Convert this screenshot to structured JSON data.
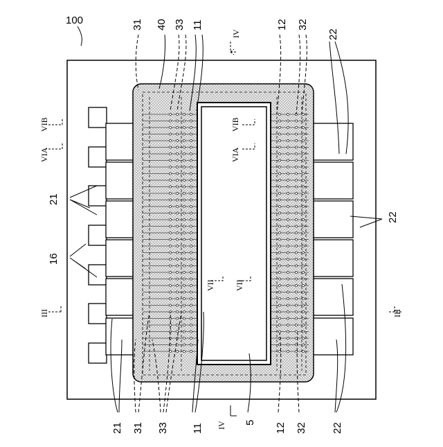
{
  "figure": {
    "reference_label": "100",
    "labels": {
      "r31_top": "31",
      "r40_top": "40",
      "r33_top": "33",
      "r11_top": "11",
      "r12_top": "12",
      "r32_top": "32",
      "r22_top": "22",
      "r21_mid": "21",
      "r16_mid": "16",
      "r22_mid": "22",
      "r21_bot": "21",
      "r31_bot": "31",
      "r33_bot": "33",
      "r11_bot": "11",
      "r5_bot": "5",
      "r12_bot": "12",
      "r32_bot": "32",
      "r22_bot": "22"
    },
    "section_marks": {
      "iv_top": "IV",
      "iv_bot": "IV",
      "iii_left": "III",
      "iii_right": "III",
      "viA_left": "VIA",
      "viB_left": "VIB",
      "viA_center": "VIA",
      "viB_center": "VIB",
      "vii_a": "VII",
      "vii_b": "VII"
    }
  }
}
